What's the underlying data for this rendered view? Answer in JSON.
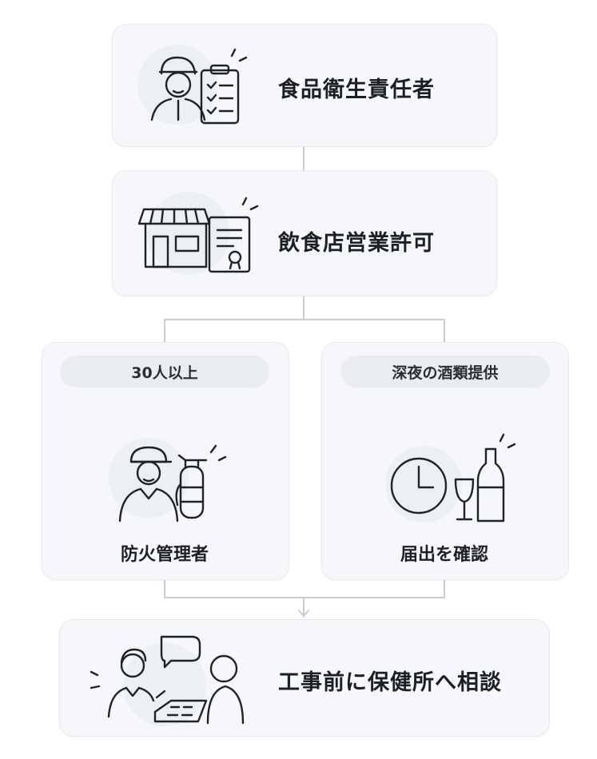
{
  "steps": {
    "food_hygiene": {
      "label": "食品衛生責任者"
    },
    "restaurant_permit": {
      "label": "飲食店営業許可"
    },
    "branch_left": {
      "condition": "30人以上",
      "result": "防火管理者"
    },
    "branch_right": {
      "condition": "深夜の酒類提供",
      "result": "届出を確認"
    },
    "consult": {
      "label": "工事前に保健所へ相談"
    }
  },
  "icons": {
    "food_hygiene": [
      "cook-icon",
      "clipboard-icon"
    ],
    "restaurant_permit": [
      "storefront-icon",
      "certificate-icon"
    ],
    "branch_left": [
      "firefighter-icon",
      "fire-extinguisher-icon"
    ],
    "branch_right": [
      "clock-icon",
      "wine-glass-icon",
      "bottle-icon"
    ],
    "consult": [
      "consultant-icon",
      "speech-bubble-icon",
      "document-icon",
      "visitor-icon"
    ]
  },
  "colors": {
    "card": "#f5f7fa",
    "pill": "#e9ecf0",
    "connector": "#c7cdd6",
    "ink": "#1f2328"
  }
}
